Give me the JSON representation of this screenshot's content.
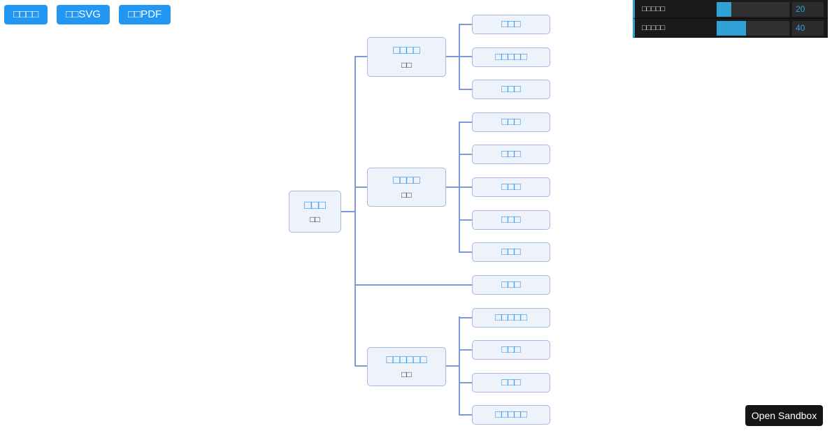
{
  "toolbar": {
    "buttons": [
      {
        "label": "□□□□"
      },
      {
        "label": "□□SVG"
      },
      {
        "label": "□□PDF"
      }
    ]
  },
  "mindmap": {
    "root": {
      "title": "□□□",
      "subtitle": "□□"
    },
    "branches": [
      {
        "title": "□□□□",
        "subtitle": "□□",
        "children": [
          "□□□",
          "□□□□□",
          "□□□"
        ]
      },
      {
        "title": "□□□□",
        "subtitle": "□□",
        "children": [
          "□□□",
          "□□□",
          "□□□",
          "□□□",
          "□□□"
        ]
      },
      {
        "leaf": "□□□"
      },
      {
        "title": "□□□□□□",
        "subtitle": "□□",
        "children": [
          "□□□□□",
          "□□□",
          "□□□",
          "□□□□□"
        ]
      }
    ]
  },
  "controls": {
    "rows": [
      {
        "label": "□□□□□",
        "value": "20",
        "percent": 20
      },
      {
        "label": "□□□□□",
        "value": "40",
        "percent": 40
      }
    ]
  },
  "sandbox_button": {
    "label": "Open Sandbox"
  },
  "colors": {
    "button_blue": "#2196f3",
    "node_fill": "#eef2fb",
    "node_border": "#a9b6e6",
    "node_text_blue": "#2b97f0",
    "connector": "#8197dc",
    "panel_bg": "#1a1a1a",
    "panel_accent": "#2FA1D6"
  }
}
